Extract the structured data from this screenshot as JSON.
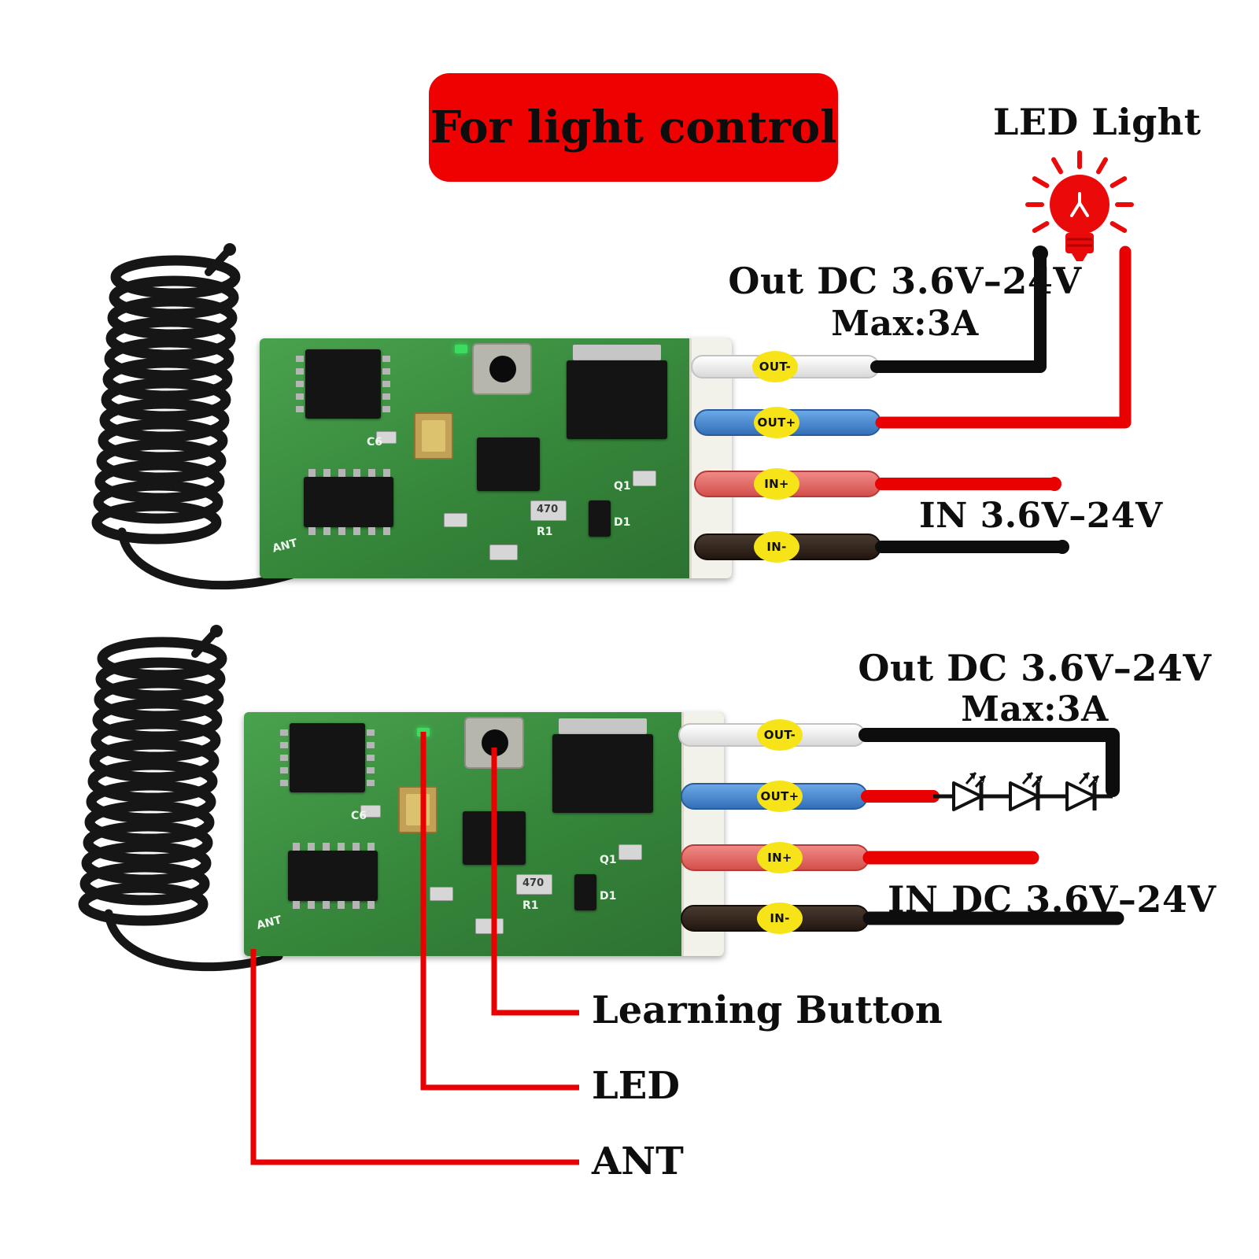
{
  "banner": {
    "label": "For light control",
    "bg": "#ef0101"
  },
  "led_light": {
    "label": "LED Light"
  },
  "module1": {
    "out_title": "Out DC 3.6V–24V",
    "out_max": "Max:3A",
    "in_title": "IN 3.6V–24V",
    "wires": {
      "out_minus": "OUT-",
      "out_plus": "OUT+",
      "in_plus": "IN+",
      "in_minus": "IN-"
    },
    "silk": {
      "ant": "ANT",
      "c6": "C6",
      "q1": "Q1",
      "d1": "D1",
      "r470": "470",
      "r1": "R1"
    }
  },
  "module2": {
    "out_title": "Out DC 3.6V–24V",
    "out_max": "Max:3A",
    "in_title": "IN DC 3.6V–24V",
    "wires": {
      "out_minus": "OUT-",
      "out_plus": "OUT+",
      "in_plus": "IN+",
      "in_minus": "IN-"
    },
    "silk": {
      "ant": "ANT",
      "c6": "C6",
      "q1": "Q1",
      "d1": "D1",
      "r470": "470",
      "r1": "R1"
    }
  },
  "annotations": {
    "learning_button": "Learning Button",
    "led": "LED",
    "ant": "ANT"
  },
  "colors": {
    "wire_red": "#e90000",
    "wire_black": "#0d0d0d",
    "wire_blue": "#4a90d9",
    "wire_pink": "#e2635f",
    "wire_brown": "#33261f",
    "badge_yellow": "#f6e318",
    "pcb_green": "#35853a",
    "annotation_red": "#ea0000"
  }
}
